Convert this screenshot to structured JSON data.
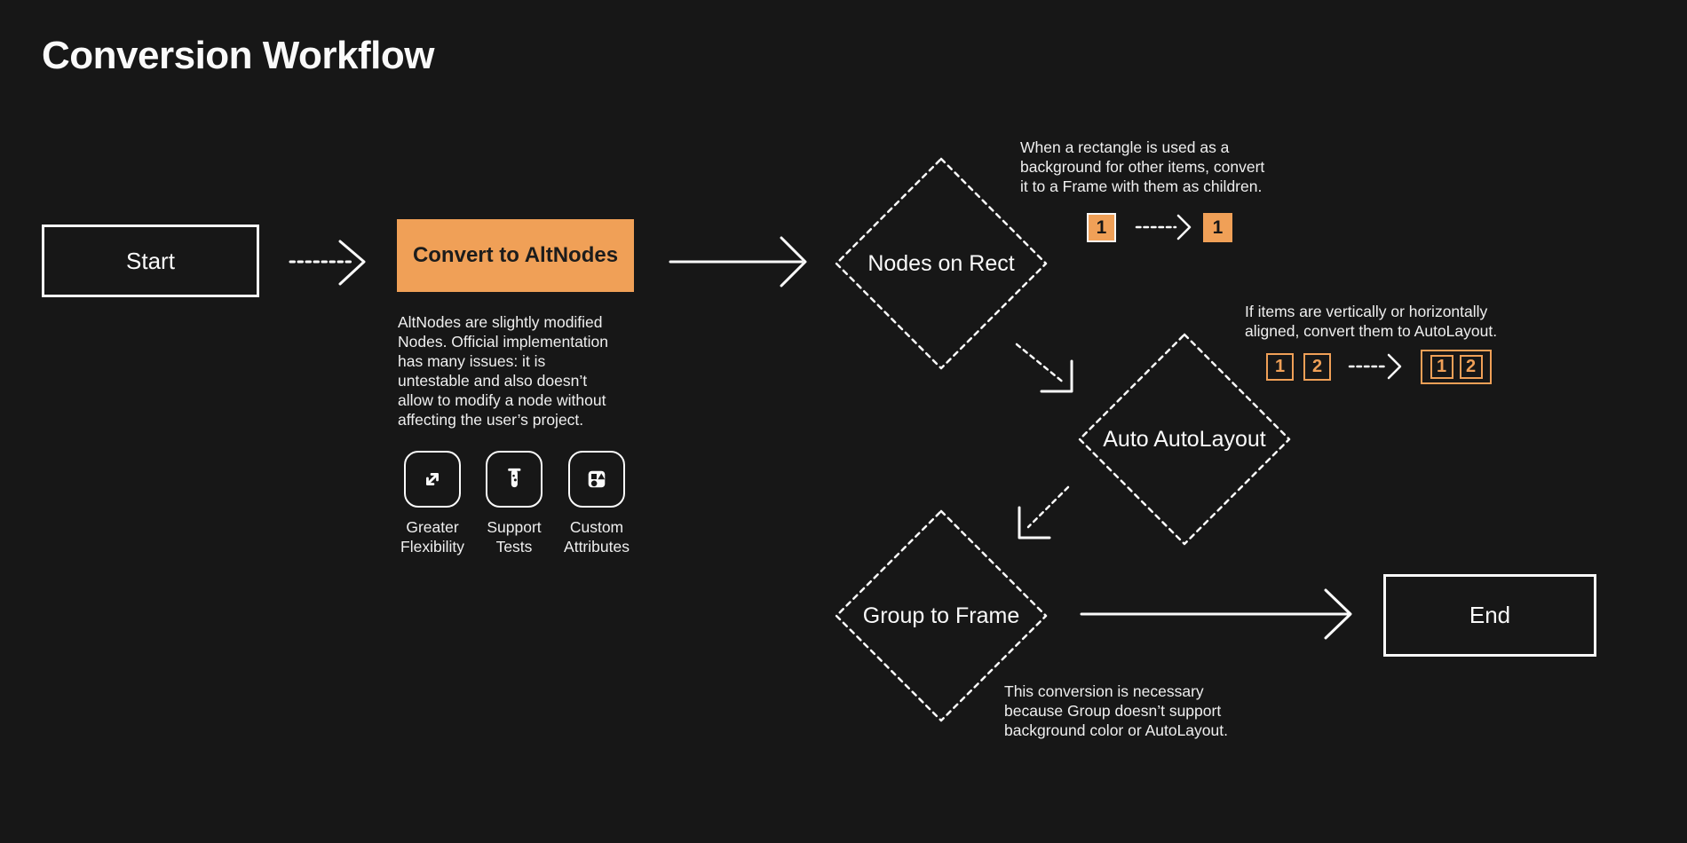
{
  "title": "Conversion Workflow",
  "colors": {
    "background": "#171717",
    "accent_orange": "#F0A057",
    "stroke_white": "#FAFAFA",
    "dark_text": "#1C1C1C"
  },
  "nodes": {
    "start": {
      "label": "Start"
    },
    "convert": {
      "label": "Convert to AltNodes"
    },
    "nodes_on_rect": {
      "label": "Nodes on Rect"
    },
    "auto_autolayout": {
      "label": "Auto AutoLayout"
    },
    "group_to_frame": {
      "label": "Group to Frame"
    },
    "end": {
      "label": "End"
    }
  },
  "notes": {
    "altnodes": "AltNodes are slightly modified\nNodes. Official implementation\nhas many issues: it is\nuntestable and also doesn’t\nallow to modify a node without\naffecting the user’s project.",
    "rect": "When a rectangle is used as a\nbackground for other items, convert\nit to a Frame with them as children.",
    "autolayout": "If items are vertically or horizontally\naligned, convert them to AutoLayout.",
    "group": "This conversion is necessary\nbecause Group doesn’t support\nbackground color or AutoLayout."
  },
  "features": [
    {
      "icon": "expand-arrows-icon",
      "label": "Greater\nFlexibility"
    },
    {
      "icon": "test-tube-icon",
      "label": "Support\nTests"
    },
    {
      "icon": "shapes-icon",
      "label": "Custom\nAttributes"
    }
  ],
  "demos": {
    "rect_to_frame": {
      "before": "1",
      "after": "1"
    },
    "autolayout": {
      "item1": "1",
      "item2": "2",
      "after1": "1",
      "after2": "2"
    }
  }
}
